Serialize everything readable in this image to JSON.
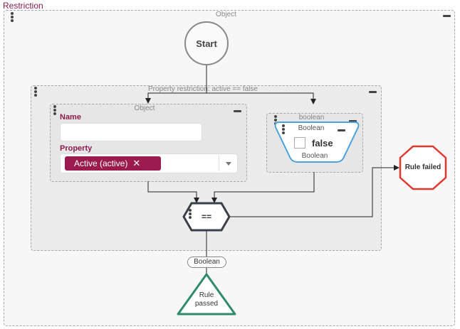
{
  "diagram": {
    "title": "Restriction",
    "outer_container": {
      "label": "Object"
    },
    "property_restriction": {
      "label": "Property restriction: active == false"
    },
    "object_node": {
      "label": "Object",
      "name_label": "Name",
      "name_value": "",
      "property_label": "Property",
      "property_chip": "Active (active)",
      "chip_remove": "✕"
    },
    "boolean_node": {
      "label": "boolean",
      "inner_type_top": "Boolean",
      "value": "false",
      "inner_type_bottom": "Boolean"
    },
    "start": {
      "label": "Start"
    },
    "equals": {
      "label": "=="
    },
    "result_type": {
      "label": "Boolean"
    },
    "rule_passed": {
      "label_line1": "Rule",
      "label_line2": "passed"
    },
    "rule_failed": {
      "label": "Rule failed"
    },
    "colors": {
      "accent": "#8b1a4a",
      "chip": "#9b1b4f",
      "passed": "#2e8b6e",
      "failed": "#e0392f",
      "boolean_border": "#4aa3d8"
    }
  }
}
